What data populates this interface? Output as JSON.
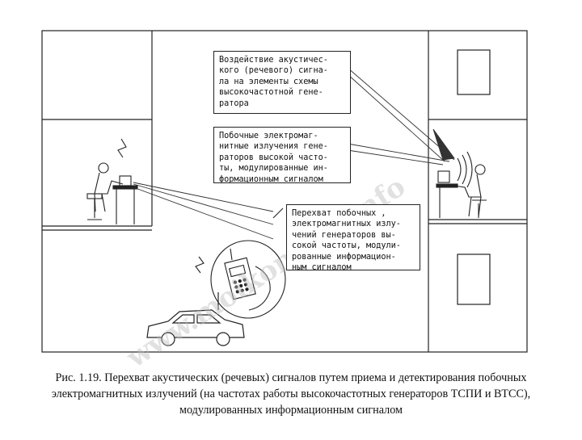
{
  "boxes": {
    "acoustic": "Воздействие акустичес-\nкого (речевого) сигна-\nла на элементы схемы\nвысокочастотной гене-\nратора",
    "emissions": "Побочные электромаг-\nнитные излучения гене-\nраторов высокой часто-\nты, модулированные ин-\nформационным сигналом",
    "intercept": "Перехват побочных ,\nэлектромагнитных излу-\nчений генераторов вы-\nсокой частоты, модули-\nрованные информацион-\nным сигналом"
  },
  "caption": {
    "line1": "Рис. 1.19.  Перехват акустических  (речевых)   сигналов  путем  приема и детектирования побочных",
    "line2": "электромагнитных излучений (на частотах работы высокочастотных генераторов ТСПИ и ВТСС),",
    "line3": "модулированных информационным сигналом"
  },
  "watermark": "www.moikompas.info"
}
